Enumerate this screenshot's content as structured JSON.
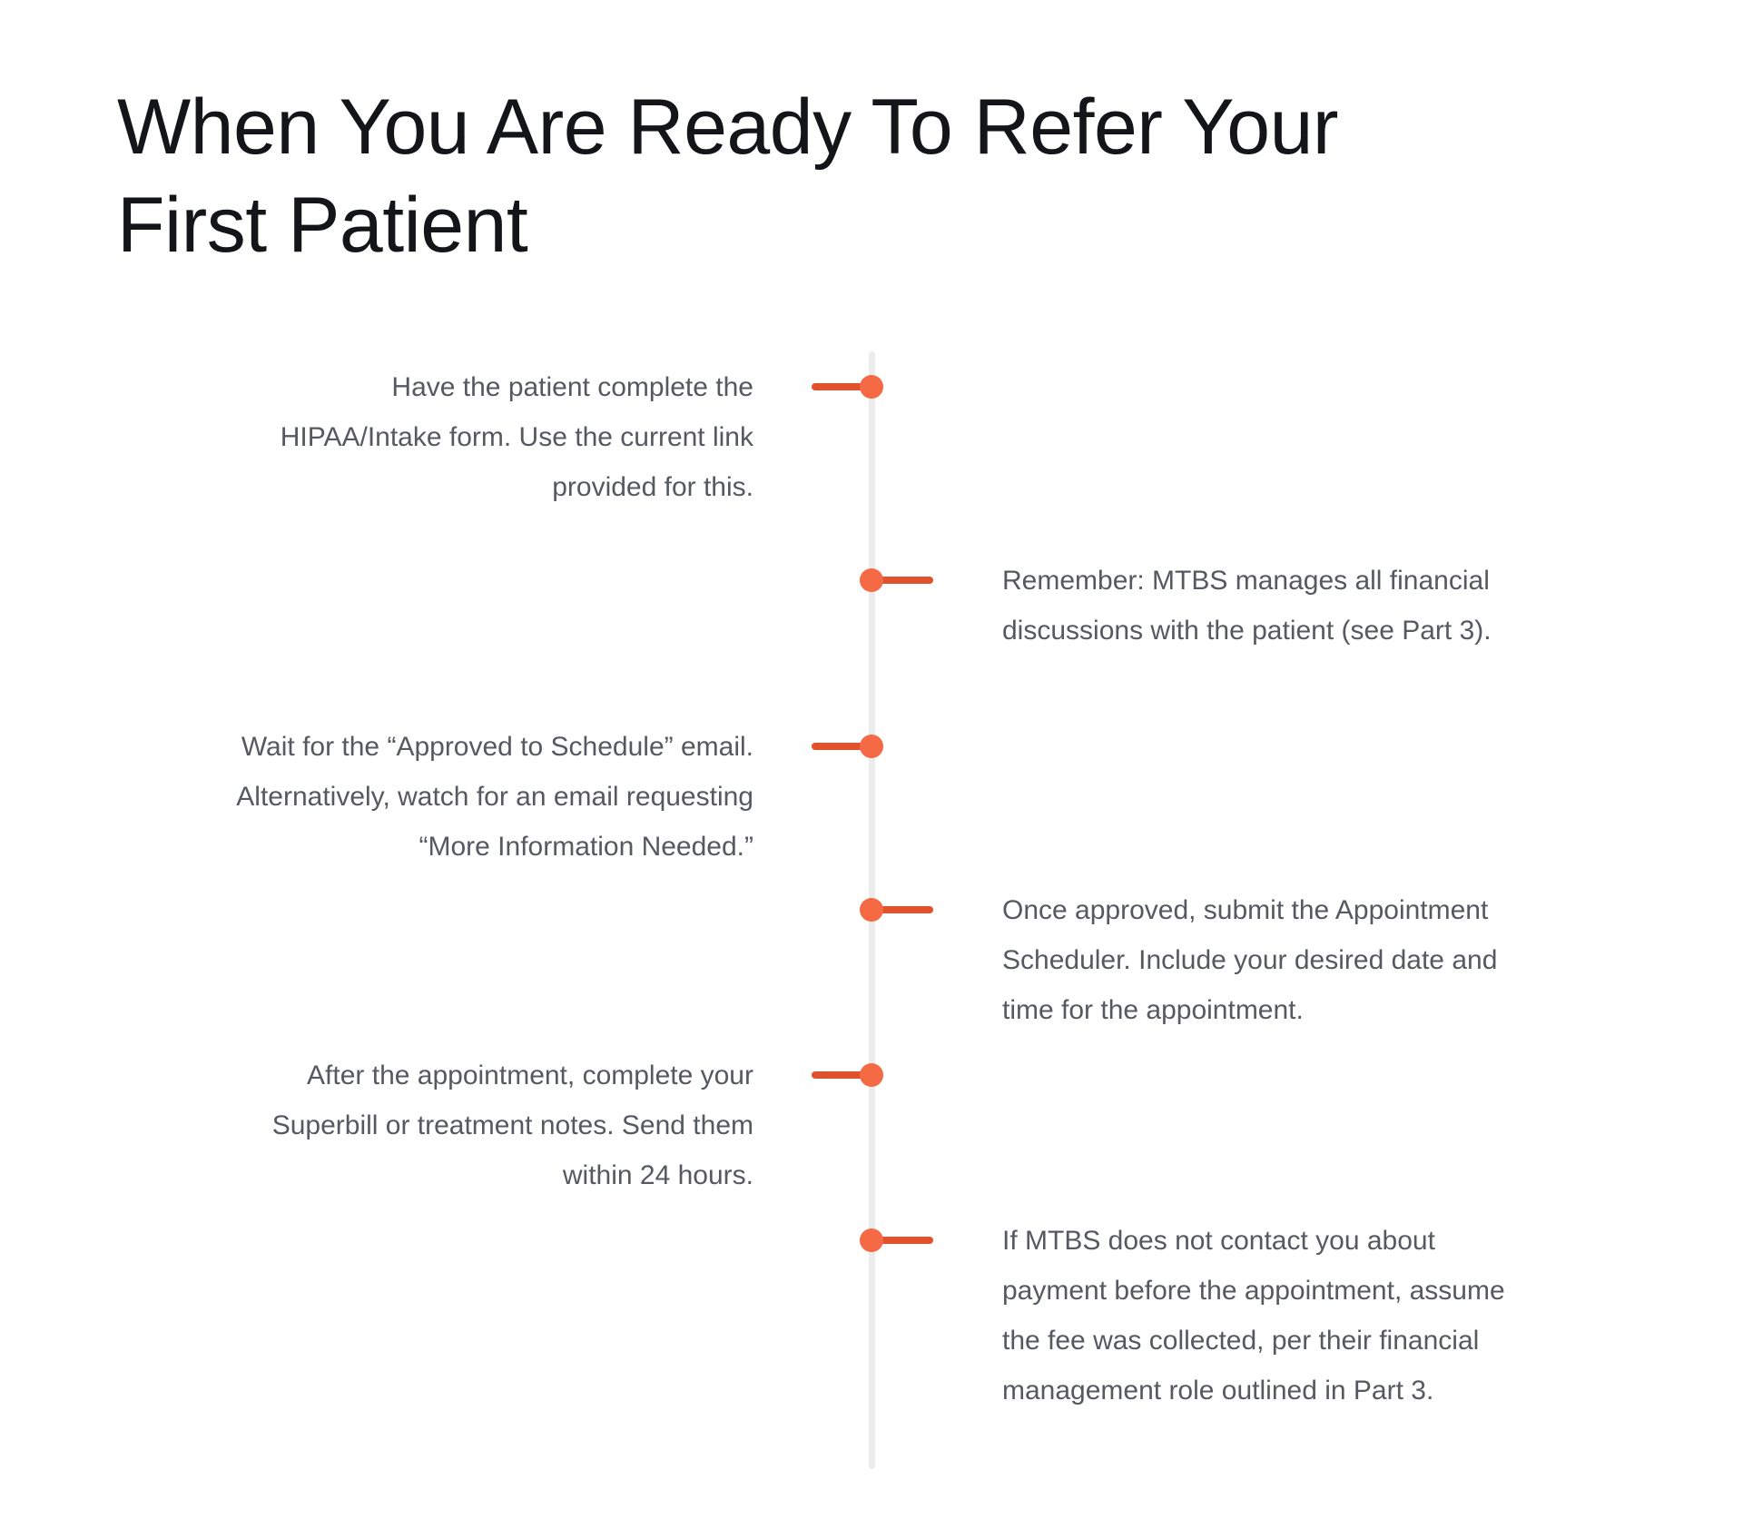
{
  "page": {
    "title": "When You Are Ready To Refer Your\nFirst Patient"
  },
  "colors": {
    "dot": "#f56944",
    "connector": "#e0522b",
    "timeline_line": "#ececec",
    "title_text": "#131519",
    "body_text": "#565960"
  },
  "timeline": {
    "items": [
      {
        "side": "left",
        "text": "Have the patient complete the\nHIPAA/Intake form. Use the current link\nprovided for this."
      },
      {
        "side": "right",
        "text": "Remember: MTBS manages all financial\ndiscussions with the patient (see Part 3)."
      },
      {
        "side": "left",
        "text": "Wait for the “Approved to Schedule” email.\nAlternatively, watch for an email requesting\n“More Information Needed.”"
      },
      {
        "side": "right",
        "text": "Once approved, submit the Appointment\nScheduler. Include your desired date and\ntime for the appointment."
      },
      {
        "side": "left",
        "text": "After the appointment, complete your\nSuperbill or treatment notes. Send them\nwithin 24 hours."
      },
      {
        "side": "right",
        "text": "If MTBS does not contact you about\npayment before the appointment, assume\nthe fee was collected, per their financial\nmanagement role outlined in Part 3."
      }
    ]
  }
}
